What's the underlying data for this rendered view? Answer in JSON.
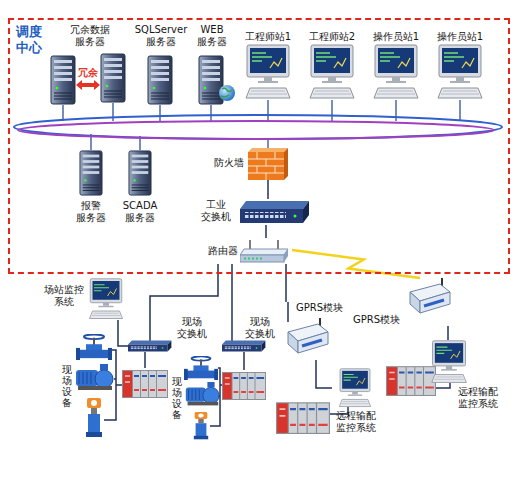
{
  "diagram": {
    "nodes": [
      {
        "text": [
          "调度 中心"
        ]
      },
      {
        "text": [
          "冗余数据 服务器"
        ],
        "in": 0
      },
      {
        "text": [
          "SQLServer 服务器"
        ],
        "in": 0
      },
      {
        "text": [
          "WEB 服务器"
        ],
        "in": 0
      },
      {
        "text": [
          "工程师站1"
        ],
        "in": 0
      },
      {
        "text": [
          "工程师站2"
        ],
        "in": 0
      },
      {
        "text": [
          "操作员站1"
        ],
        "in": 0
      },
      {
        "text": [
          "操作员站1"
        ],
        "in": 0
      },
      {
        "text": [
          "报警 服务器"
        ],
        "in": 0
      },
      {
        "text": [
          "SCADA 服务器"
        ],
        "in": 0
      },
      {
        "text": [
          "防火墙"
        ],
        "in": 0
      },
      {
        "text": [
          "工业 交换机"
        ],
        "in": 0
      },
      {
        "text": [
          "路由器"
        ],
        "in": 0
      },
      {
        "text": [
          "场站监控 系统"
        ]
      },
      {
        "text": [
          "现场 交换机"
        ]
      },
      {
        "text": [
          "现场 交换机"
        ]
      },
      {
        "text": [
          "现场设备"
        ]
      },
      {
        "text": [
          "现场设备"
        ]
      },
      {
        "text": [
          "GPRS模块"
        ]
      },
      {
        "text": [
          "GPRS模块"
        ]
      },
      {
        "text": [
          "远程输配 监控系统"
        ]
      },
      {
        "text": [
          "远程输配 监控系统"
        ]
      }
    ],
    "edges": [
      {
        "from": 10,
        "to": 11,
        "arrow": "none"
      },
      {
        "from": 11,
        "to": 12,
        "arrow": "none"
      },
      {
        "from": 12,
        "to": 14,
        "arrow": "none"
      },
      {
        "from": 12,
        "to": 15,
        "arrow": "none"
      },
      {
        "from": 12,
        "to": 18,
        "arrow": "none"
      },
      {
        "from": 12,
        "to": 19,
        "arrow": "none"
      },
      {
        "from": 13,
        "to": 14,
        "arrow": "none"
      },
      {
        "from": 18,
        "to": 20,
        "arrow": "none"
      },
      {
        "from": 19,
        "to": 21,
        "arrow": "none"
      }
    ],
    "labels": [
      "冗余"
    ]
  }
}
